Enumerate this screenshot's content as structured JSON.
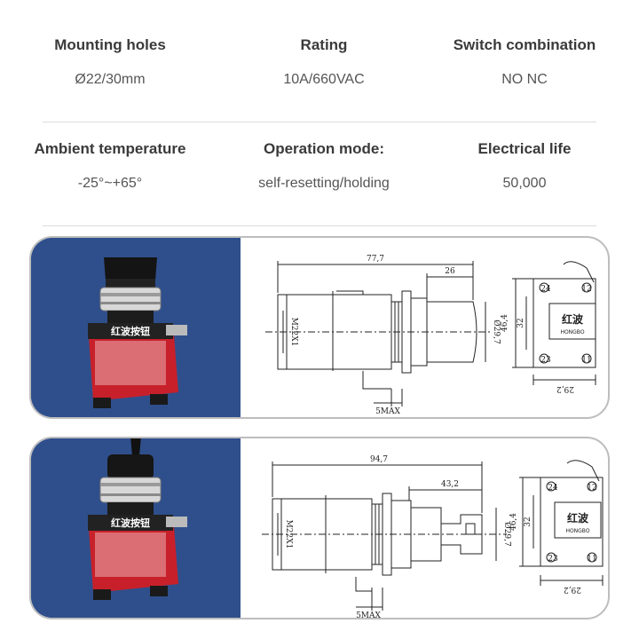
{
  "specs": [
    {
      "label": "Mounting holes",
      "value": "Ø22/30mm"
    },
    {
      "label": "Rating",
      "value": "10A/660VAC"
    },
    {
      "label": "Switch combination",
      "value": "NO NC"
    },
    {
      "label": "Ambient temperature",
      "value": "-25°~+65°"
    },
    {
      "label": "Operation mode:",
      "value": "self-resetting/holding"
    },
    {
      "label": "Electrical life",
      "value": "50,000"
    }
  ],
  "products": [
    {
      "photo_brand": "红波按钮",
      "dims": {
        "overall": "77,7",
        "head": "26",
        "thread": "M22X1",
        "dia": "Ø29,7",
        "max": "5MAX",
        "height": "46,4",
        "inner": "32",
        "width": "29,2",
        "t1": "24",
        "t2": "12",
        "t3": "23",
        "t4": "11"
      },
      "block_brand": "红波",
      "block_sub": "HONGBO"
    },
    {
      "photo_brand": "红波按钮",
      "dims": {
        "overall": "94,7",
        "head": "43,2",
        "thread": "M22X1",
        "dia": "Ø29,7",
        "max": "5MAX",
        "height": "46,4",
        "inner": "32",
        "width": "29,2",
        "t1": "24",
        "t2": "12",
        "t3": "23",
        "t4": "11"
      },
      "block_brand": "红波",
      "block_sub": "HONGBO"
    }
  ],
  "colors": {
    "photo_bg": "#2f4f8c",
    "red_body": "#c8202a",
    "card_border": "#bdbdbd"
  }
}
